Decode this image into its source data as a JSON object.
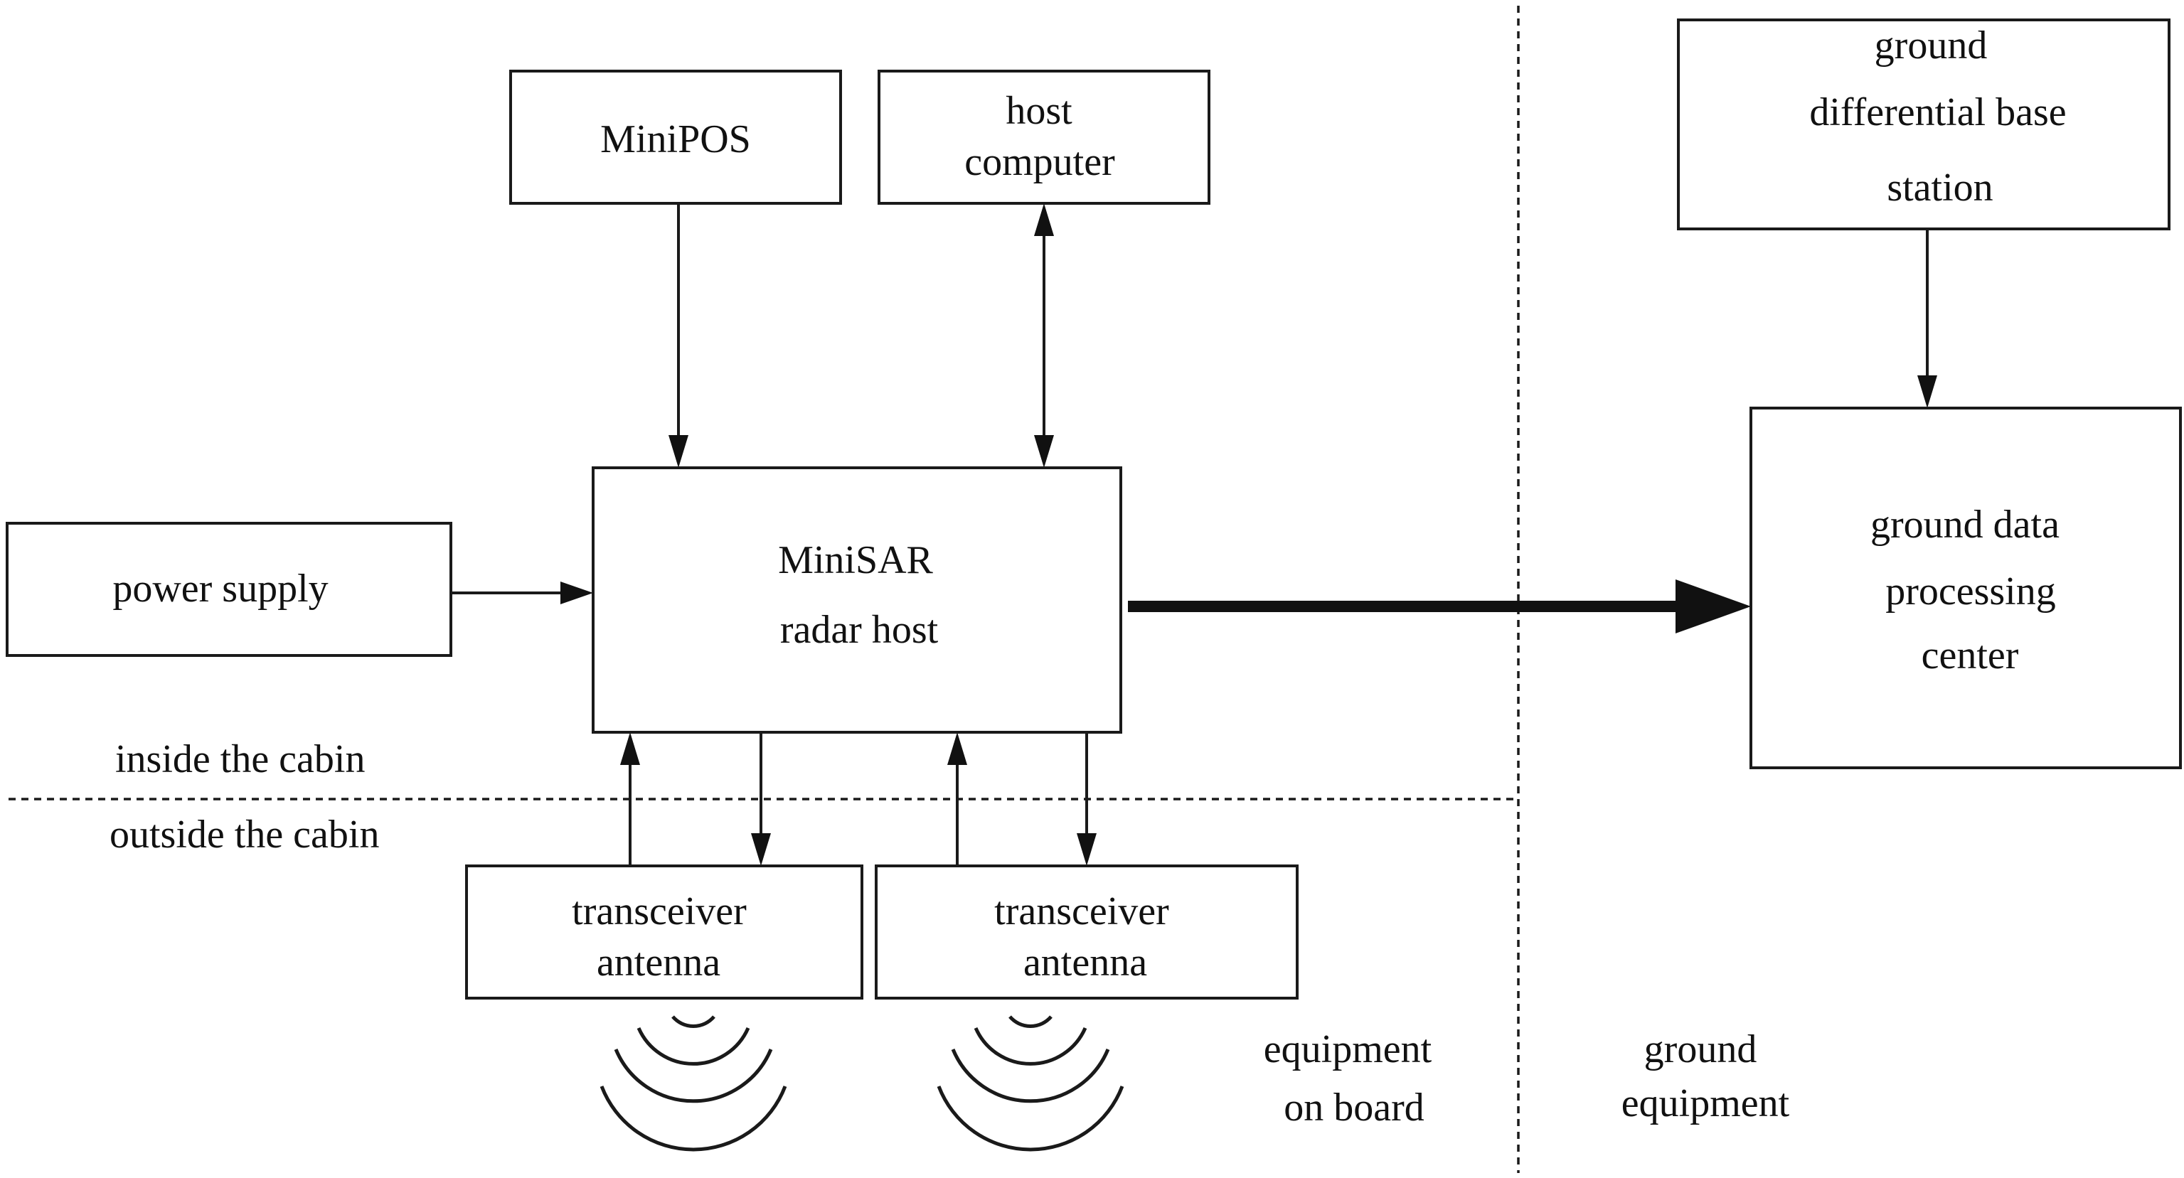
{
  "nodes": {
    "minipos": {
      "lines": [
        "MiniPOS"
      ]
    },
    "host_computer": {
      "lines": [
        "host",
        "computer"
      ]
    },
    "ground_base_station": {
      "lines": [
        "ground",
        "differential base",
        "station"
      ]
    },
    "power_supply": {
      "lines": [
        "power supply"
      ]
    },
    "radar_host": {
      "lines": [
        "MiniSAR",
        "radar host"
      ]
    },
    "ground_processing": {
      "lines": [
        "ground data",
        "processing",
        "center"
      ]
    },
    "antenna_1": {
      "lines": [
        "transceiver",
        "antenna"
      ]
    },
    "antenna_2": {
      "lines": [
        "transceiver",
        "antenna"
      ]
    }
  },
  "regions": {
    "inside": "inside the cabin",
    "outside": "outside the cabin",
    "onboard": [
      "equipment",
      "on board"
    ],
    "ground": [
      "ground",
      "equipment"
    ]
  },
  "edges": [
    {
      "from": "minipos",
      "to": "radar_host",
      "direction": "one-way"
    },
    {
      "from": "host_computer",
      "to": "radar_host",
      "direction": "two-way"
    },
    {
      "from": "power_supply",
      "to": "radar_host",
      "direction": "one-way"
    },
    {
      "from": "radar_host",
      "to": "ground_processing",
      "direction": "one-way",
      "style": "thick"
    },
    {
      "from": "ground_base_station",
      "to": "ground_processing",
      "direction": "one-way"
    },
    {
      "from": "antenna_1",
      "to": "radar_host",
      "direction": "one-way"
    },
    {
      "from": "radar_host",
      "to": "antenna_1",
      "direction": "one-way"
    },
    {
      "from": "antenna_2",
      "to": "radar_host",
      "direction": "one-way"
    },
    {
      "from": "radar_host",
      "to": "antenna_2",
      "direction": "one-way"
    }
  ]
}
